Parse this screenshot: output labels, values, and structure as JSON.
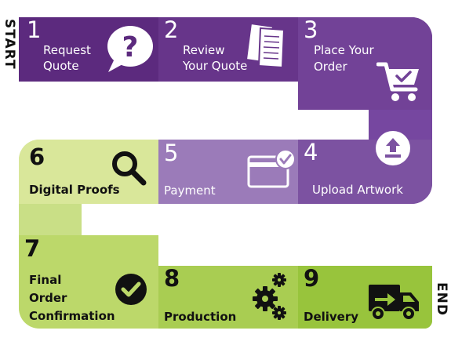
{
  "start_label": "START",
  "end_label": "END",
  "steps": [
    {
      "number": "1",
      "label_lines": [
        "Request",
        "Quote"
      ],
      "icon": "speech-bubble-question-icon",
      "color": "#5c2a7e"
    },
    {
      "number": "2",
      "label_lines": [
        "Review",
        "Your Quote"
      ],
      "icon": "documents-icon",
      "color": "#67358a"
    },
    {
      "number": "3",
      "label_lines": [
        "Place Your",
        "Order"
      ],
      "icon": "shopping-cart-check-icon",
      "color": "#724297"
    },
    {
      "number": "4",
      "label_lines": [
        "Upload Artwork"
      ],
      "icon": "upload-icon",
      "color": "#7c52a1"
    },
    {
      "number": "5",
      "label_lines": [
        "Payment"
      ],
      "icon": "credit-card-check-icon",
      "color": "#9b7bb9"
    },
    {
      "number": "6",
      "label_lines": [
        "Digital Proofs"
      ],
      "icon": "magnifier-icon",
      "color": "#d9e79a"
    },
    {
      "number": "7",
      "label_lines": [
        "Final",
        "Order",
        "Confirmation"
      ],
      "icon": "checkmark-circle-icon",
      "color": "#bcd86a"
    },
    {
      "number": "8",
      "label_lines": [
        "Production"
      ],
      "icon": "gears-icon",
      "color": "#a9cd52"
    },
    {
      "number": "9",
      "label_lines": [
        "Delivery"
      ],
      "icon": "delivery-truck-icon",
      "color": "#98c43c"
    }
  ]
}
